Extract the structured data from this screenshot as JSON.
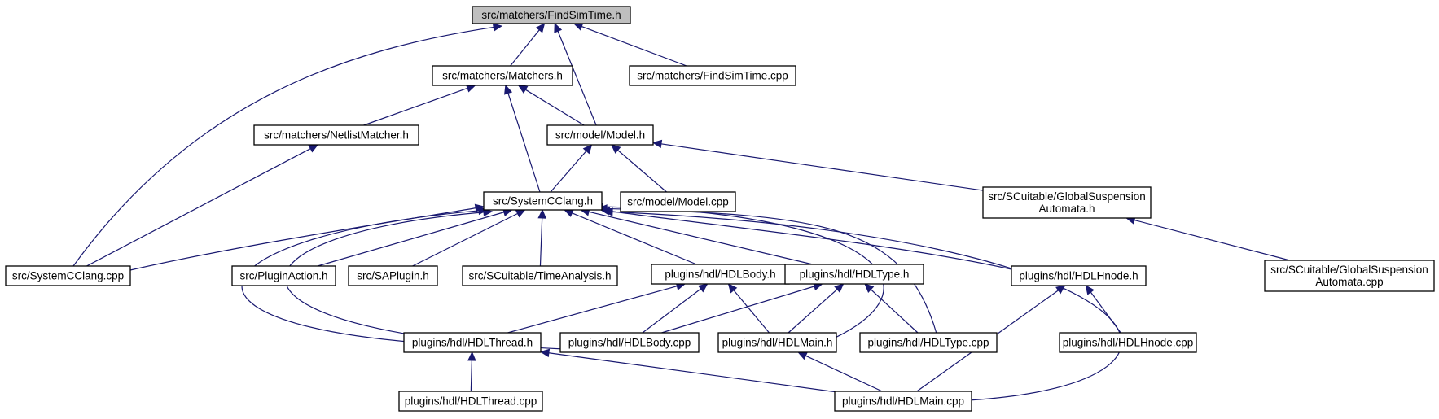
{
  "colors": {
    "edge": "#191970",
    "root_fill": "#bfbfbf",
    "node_fill": "#ffffff",
    "border": "#000000"
  },
  "nodes": [
    {
      "id": "findsimtime_h",
      "lines": [
        "src/matchers/FindSimTime.h"
      ]
    },
    {
      "id": "matchers_h",
      "lines": [
        "src/matchers/Matchers.h"
      ]
    },
    {
      "id": "findsimtime_cpp",
      "lines": [
        "src/matchers/FindSimTime.cpp"
      ]
    },
    {
      "id": "netlistmatcher_h",
      "lines": [
        "src/matchers/NetlistMatcher.h"
      ]
    },
    {
      "id": "model_h",
      "lines": [
        "src/model/Model.h"
      ]
    },
    {
      "id": "systemcclang_h",
      "lines": [
        "src/SystemCClang.h"
      ]
    },
    {
      "id": "model_cpp",
      "lines": [
        "src/model/Model.cpp"
      ]
    },
    {
      "id": "globalsusp_h",
      "lines": [
        "src/SCuitable/GlobalSuspension",
        "Automata.h"
      ]
    },
    {
      "id": "systemcclang_cpp",
      "lines": [
        "src/SystemCClang.cpp"
      ]
    },
    {
      "id": "pluginaction_h",
      "lines": [
        "src/PluginAction.h"
      ]
    },
    {
      "id": "saplugin_h",
      "lines": [
        "src/SAPlugin.h"
      ]
    },
    {
      "id": "timeanalysis_h",
      "lines": [
        "src/SCuitable/TimeAnalysis.h"
      ]
    },
    {
      "id": "hdlbody_h",
      "lines": [
        "plugins/hdl/HDLBody.h"
      ]
    },
    {
      "id": "hdltype_h",
      "lines": [
        "plugins/hdl/HDLType.h"
      ]
    },
    {
      "id": "hdlhnode_h",
      "lines": [
        "plugins/hdl/HDLHnode.h"
      ]
    },
    {
      "id": "globalsusp_cpp",
      "lines": [
        "src/SCuitable/GlobalSuspension",
        "Automata.cpp"
      ]
    },
    {
      "id": "hdlthread_h",
      "lines": [
        "plugins/hdl/HDLThread.h"
      ]
    },
    {
      "id": "hdlbody_cpp",
      "lines": [
        "plugins/hdl/HDLBody.cpp"
      ]
    },
    {
      "id": "hdlmain_h",
      "lines": [
        "plugins/hdl/HDLMain.h"
      ]
    },
    {
      "id": "hdltype_cpp",
      "lines": [
        "plugins/hdl/HDLType.cpp"
      ]
    },
    {
      "id": "hdlhnode_cpp",
      "lines": [
        "plugins/hdl/HDLHnode.cpp"
      ]
    },
    {
      "id": "hdlthread_cpp",
      "lines": [
        "plugins/hdl/HDLThread.cpp"
      ]
    },
    {
      "id": "hdlmain_cpp",
      "lines": [
        "plugins/hdl/HDLMain.cpp"
      ]
    }
  ],
  "edges": [
    {
      "from": "matchers_h",
      "to": "findsimtime_h"
    },
    {
      "from": "findsimtime_cpp",
      "to": "findsimtime_h"
    },
    {
      "from": "model_h",
      "to": "findsimtime_h"
    },
    {
      "from": "systemcclang_cpp",
      "to": "findsimtime_h"
    },
    {
      "from": "netlistmatcher_h",
      "to": "matchers_h"
    },
    {
      "from": "model_h",
      "to": "matchers_h"
    },
    {
      "from": "systemcclang_h",
      "to": "matchers_h"
    },
    {
      "from": "systemcclang_cpp",
      "to": "netlistmatcher_h"
    },
    {
      "from": "systemcclang_h",
      "to": "model_h"
    },
    {
      "from": "model_cpp",
      "to": "model_h"
    },
    {
      "from": "globalsusp_h",
      "to": "model_h"
    },
    {
      "from": "globalsusp_cpp",
      "to": "globalsusp_h"
    },
    {
      "from": "systemcclang_cpp",
      "to": "systemcclang_h"
    },
    {
      "from": "pluginaction_h",
      "to": "systemcclang_h"
    },
    {
      "from": "saplugin_h",
      "to": "systemcclang_h"
    },
    {
      "from": "timeanalysis_h",
      "to": "systemcclang_h"
    },
    {
      "from": "hdlbody_h",
      "to": "systemcclang_h"
    },
    {
      "from": "hdltype_h",
      "to": "systemcclang_h"
    },
    {
      "from": "hdlhnode_h",
      "to": "systemcclang_h"
    },
    {
      "from": "hdlthread_h",
      "to": "systemcclang_h"
    },
    {
      "from": "hdlbody_cpp",
      "to": "systemcclang_h"
    },
    {
      "from": "hdlmain_h",
      "to": "systemcclang_h"
    },
    {
      "from": "hdltype_cpp",
      "to": "systemcclang_h"
    },
    {
      "from": "hdlmain_cpp",
      "to": "systemcclang_h"
    },
    {
      "from": "hdlthread_h",
      "to": "hdlbody_h"
    },
    {
      "from": "hdlbody_cpp",
      "to": "hdlbody_h"
    },
    {
      "from": "hdlmain_h",
      "to": "hdlbody_h"
    },
    {
      "from": "hdlbody_cpp",
      "to": "hdltype_h"
    },
    {
      "from": "hdlmain_h",
      "to": "hdltype_h"
    },
    {
      "from": "hdltype_cpp",
      "to": "hdltype_h"
    },
    {
      "from": "hdlmain_cpp",
      "to": "hdlhnode_h"
    },
    {
      "from": "hdlhnode_cpp",
      "to": "hdlhnode_h"
    },
    {
      "from": "hdlthread_cpp",
      "to": "hdlthread_h"
    },
    {
      "from": "hdlmain_cpp",
      "to": "hdlthread_h"
    },
    {
      "from": "hdlmain_cpp",
      "to": "hdlmain_h"
    }
  ]
}
